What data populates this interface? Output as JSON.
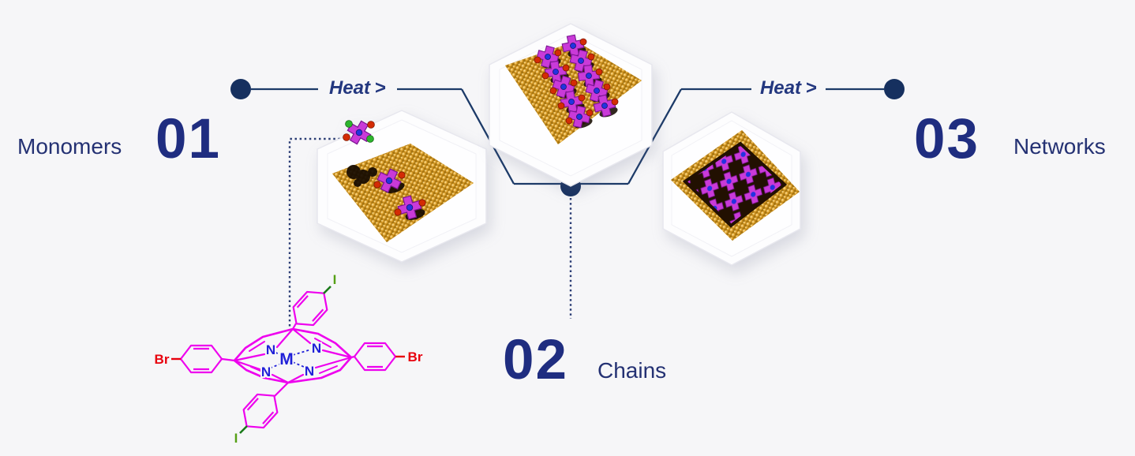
{
  "steps": [
    {
      "number": "01",
      "label": "Monomers"
    },
    {
      "number": "02",
      "label": "Chains"
    },
    {
      "number": "03",
      "label": "Networks"
    }
  ],
  "connector": {
    "heat_label": "Heat",
    "heat_arrow": ">"
  },
  "molecule_structure": {
    "metal_label": "M",
    "nitrogen_label": "N",
    "bromine_label": "Br",
    "iodine_label": "I"
  },
  "colors": {
    "accent_navy": "#1f2d80",
    "connector_navy": "#1c3a68",
    "node_fill": "#16305f",
    "porphyrin_magenta": "#ee00ee",
    "metal_blue": "#2020d8",
    "bromine_red": "#e8000d",
    "iodine_green": "#55a016",
    "gold_surface": "#d99a1f",
    "molecule_pink": "#c93ad8",
    "background": "#f6f6f8",
    "hexagon_fill": "#fdfdfe"
  }
}
